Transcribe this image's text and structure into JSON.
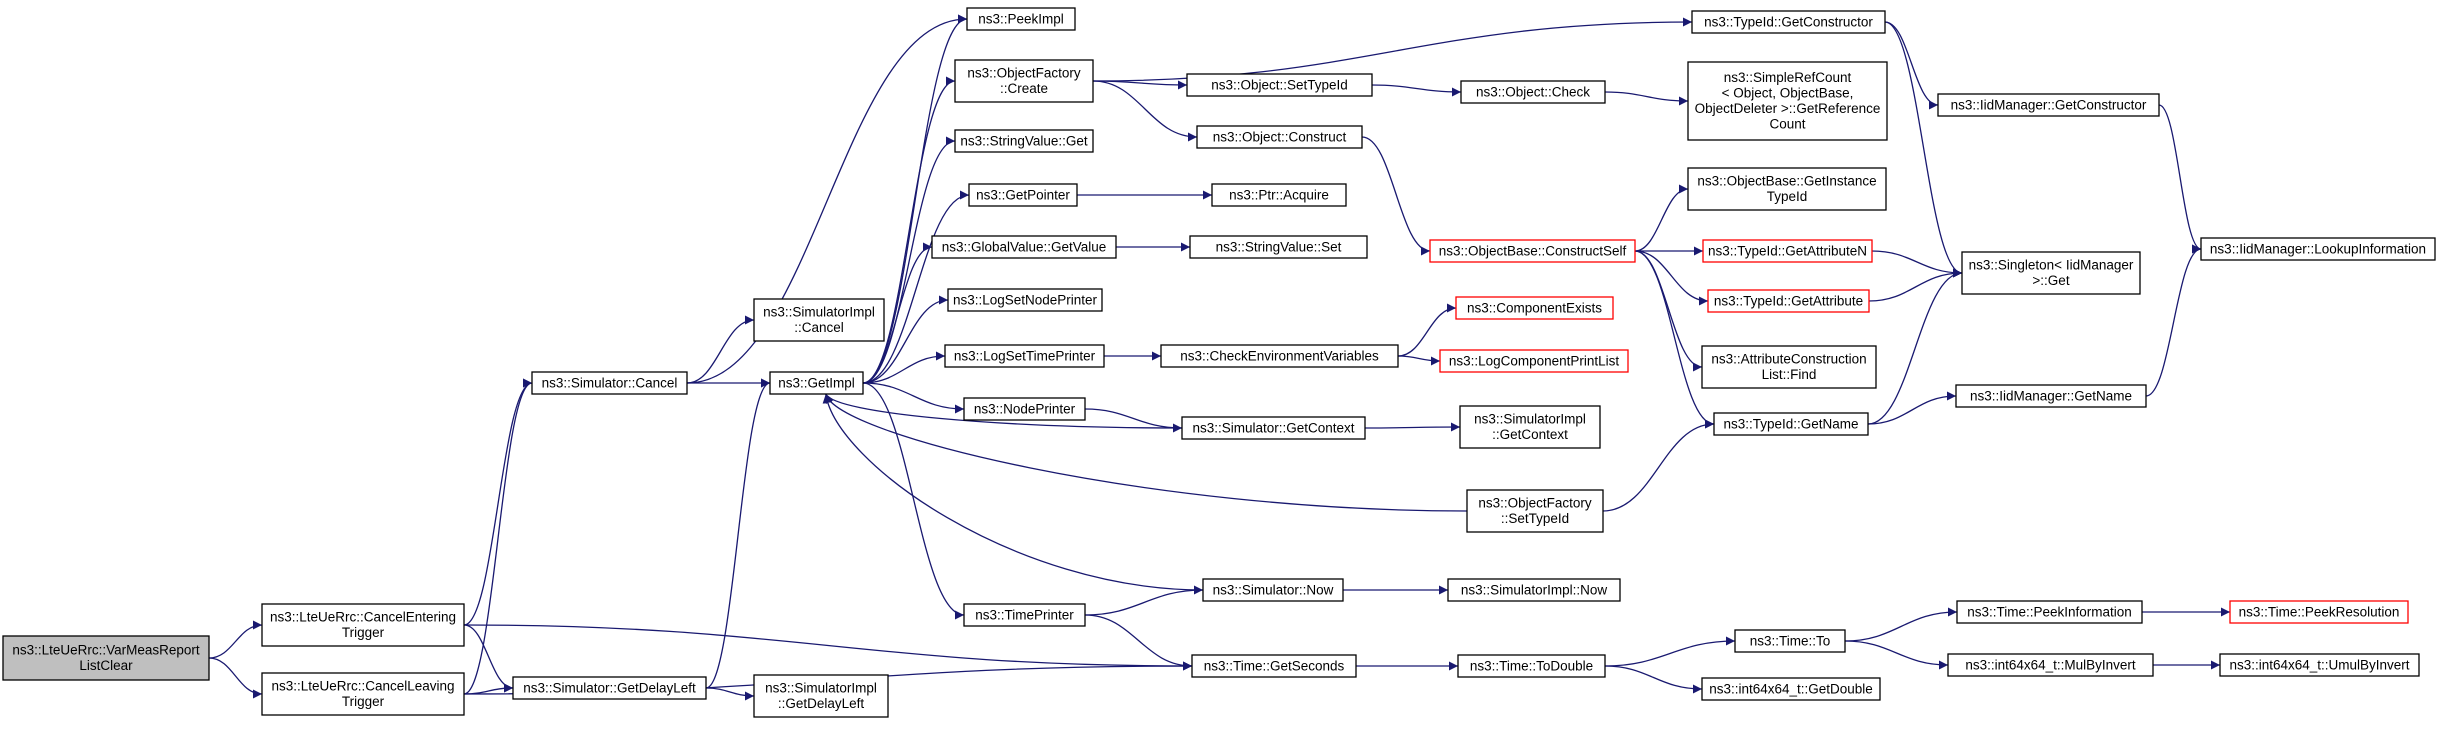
{
  "colors": {
    "edge": "#191970",
    "node_border": "#000000",
    "node_fill": "#ffffff",
    "root_fill": "#bfbfbf",
    "highlight_border": "#ff0000"
  },
  "nodes": [
    {
      "id": "root",
      "lines": [
        "ns3::LteUeRrc::VarMeasReport",
        "ListClear"
      ],
      "style": "root"
    },
    {
      "id": "cancelEntering",
      "lines": [
        "ns3::LteUeRrc::CancelEntering",
        "Trigger"
      ],
      "style": "normal"
    },
    {
      "id": "cancelLeaving",
      "lines": [
        "ns3::LteUeRrc::CancelLeaving",
        "Trigger"
      ],
      "style": "normal"
    },
    {
      "id": "simCancel",
      "lines": [
        "ns3::Simulator::Cancel"
      ],
      "style": "normal"
    },
    {
      "id": "simGetDelayLeft",
      "lines": [
        "ns3::Simulator::GetDelayLeft"
      ],
      "style": "normal"
    },
    {
      "id": "simImplCancel",
      "lines": [
        "ns3::SimulatorImpl",
        "::Cancel"
      ],
      "style": "normal"
    },
    {
      "id": "getImpl",
      "lines": [
        "ns3::GetImpl"
      ],
      "style": "normal"
    },
    {
      "id": "simImplGetDelayLeft",
      "lines": [
        "ns3::SimulatorImpl",
        "::GetDelayLeft"
      ],
      "style": "normal"
    },
    {
      "id": "peekImpl",
      "lines": [
        "ns3::PeekImpl"
      ],
      "style": "normal"
    },
    {
      "id": "objFactoryCreate",
      "lines": [
        "ns3::ObjectFactory",
        "::Create"
      ],
      "style": "normal"
    },
    {
      "id": "stringValueGet",
      "lines": [
        "ns3::StringValue::Get"
      ],
      "style": "normal"
    },
    {
      "id": "getPointer",
      "lines": [
        "ns3::GetPointer"
      ],
      "style": "normal"
    },
    {
      "id": "globalValueGetValue",
      "lines": [
        "ns3::GlobalValue::GetValue"
      ],
      "style": "normal"
    },
    {
      "id": "logSetNodePrinter",
      "lines": [
        "ns3::LogSetNodePrinter"
      ],
      "style": "normal"
    },
    {
      "id": "logSetTimePrinter",
      "lines": [
        "ns3::LogSetTimePrinter"
      ],
      "style": "normal"
    },
    {
      "id": "nodePrinter",
      "lines": [
        "ns3::NodePrinter"
      ],
      "style": "normal"
    },
    {
      "id": "timePrinter",
      "lines": [
        "ns3::TimePrinter"
      ],
      "style": "normal"
    },
    {
      "id": "typeIdGetConstructor",
      "lines": [
        "ns3::TypeId::GetConstructor"
      ],
      "style": "normal"
    },
    {
      "id": "objectSetTypeId",
      "lines": [
        "ns3::Object::SetTypeId"
      ],
      "style": "normal"
    },
    {
      "id": "objectConstruct",
      "lines": [
        "ns3::Object::Construct"
      ],
      "style": "normal"
    },
    {
      "id": "ptrAcquire",
      "lines": [
        "ns3::Ptr::Acquire"
      ],
      "style": "normal"
    },
    {
      "id": "stringValueSet",
      "lines": [
        "ns3::StringValue::Set"
      ],
      "style": "normal"
    },
    {
      "id": "checkEnvVars",
      "lines": [
        "ns3::CheckEnvironmentVariables"
      ],
      "style": "normal"
    },
    {
      "id": "simGetContext",
      "lines": [
        "ns3::Simulator::GetContext"
      ],
      "style": "normal"
    },
    {
      "id": "simNow",
      "lines": [
        "ns3::Simulator::Now"
      ],
      "style": "normal"
    },
    {
      "id": "timeGetSeconds",
      "lines": [
        "ns3::Time::GetSeconds"
      ],
      "style": "normal"
    },
    {
      "id": "objectCheck",
      "lines": [
        "ns3::Object::Check"
      ],
      "style": "normal"
    },
    {
      "id": "objBaseConstructSelf",
      "lines": [
        "ns3::ObjectBase::ConstructSelf"
      ],
      "style": "highlight"
    },
    {
      "id": "componentExists",
      "lines": [
        "ns3::ComponentExists"
      ],
      "style": "highlight"
    },
    {
      "id": "logComponentPrintList",
      "lines": [
        "ns3::LogComponentPrintList"
      ],
      "style": "highlight"
    },
    {
      "id": "simImplGetContext",
      "lines": [
        "ns3::SimulatorImpl",
        "::GetContext"
      ],
      "style": "normal"
    },
    {
      "id": "objFactorySetTypeId",
      "lines": [
        "ns3::ObjectFactory",
        "::SetTypeId"
      ],
      "style": "normal"
    },
    {
      "id": "simImplNow",
      "lines": [
        "ns3::SimulatorImpl::Now"
      ],
      "style": "normal"
    },
    {
      "id": "timeToDouble",
      "lines": [
        "ns3::Time::ToDouble"
      ],
      "style": "normal"
    },
    {
      "id": "simpleRefCount",
      "lines": [
        "ns3::SimpleRefCount",
        "< Object, ObjectBase,",
        "ObjectDeleter >::GetReference",
        "Count"
      ],
      "style": "normal"
    },
    {
      "id": "objBaseGetInstanceTypeId",
      "lines": [
        "ns3::ObjectBase::GetInstance",
        "TypeId"
      ],
      "style": "normal"
    },
    {
      "id": "typeIdGetAttributeN",
      "lines": [
        "ns3::TypeId::GetAttributeN"
      ],
      "style": "highlight"
    },
    {
      "id": "typeIdGetAttribute",
      "lines": [
        "ns3::TypeId::GetAttribute"
      ],
      "style": "highlight"
    },
    {
      "id": "attrConstructionListFind",
      "lines": [
        "ns3::AttributeConstruction",
        "List::Find"
      ],
      "style": "normal"
    },
    {
      "id": "typeIdGetName",
      "lines": [
        "ns3::TypeId::GetName"
      ],
      "style": "normal"
    },
    {
      "id": "timeTo",
      "lines": [
        "ns3::Time::To"
      ],
      "style": "normal"
    },
    {
      "id": "int64GetDouble",
      "lines": [
        "ns3::int64x64_t::GetDouble"
      ],
      "style": "normal"
    },
    {
      "id": "iidGetConstructor",
      "lines": [
        "ns3::IidManager::GetConstructor"
      ],
      "style": "normal"
    },
    {
      "id": "singletonIidGet",
      "lines": [
        "ns3::Singleton< IidManager",
        ">::Get"
      ],
      "style": "normal"
    },
    {
      "id": "iidGetName",
      "lines": [
        "ns3::IidManager::GetName"
      ],
      "style": "normal"
    },
    {
      "id": "timePeekInformation",
      "lines": [
        "ns3::Time::PeekInformation"
      ],
      "style": "normal"
    },
    {
      "id": "int64MulByInvert",
      "lines": [
        "ns3::int64x64_t::MulByInvert"
      ],
      "style": "normal"
    },
    {
      "id": "iidLookupInformation",
      "lines": [
        "ns3::IidManager::LookupInformation"
      ],
      "style": "normal"
    },
    {
      "id": "timePeekResolution",
      "lines": [
        "ns3::Time::PeekResolution"
      ],
      "style": "highlight"
    },
    {
      "id": "int64UmulByInvert",
      "lines": [
        "ns3::int64x64_t::UmulByInvert"
      ],
      "style": "normal"
    }
  ],
  "edges": [
    [
      "root",
      "cancelEntering"
    ],
    [
      "root",
      "cancelLeaving"
    ],
    [
      "cancelEntering",
      "simCancel"
    ],
    [
      "cancelEntering",
      "simGetDelayLeft"
    ],
    [
      "cancelEntering",
      "timeGetSeconds"
    ],
    [
      "cancelLeaving",
      "simCancel"
    ],
    [
      "cancelLeaving",
      "simGetDelayLeft"
    ],
    [
      "cancelLeaving",
      "timeGetSeconds"
    ],
    [
      "simCancel",
      "peekImpl"
    ],
    [
      "simCancel",
      "simImplCancel"
    ],
    [
      "simCancel",
      "getImpl"
    ],
    [
      "simGetDelayLeft",
      "getImpl"
    ],
    [
      "simGetDelayLeft",
      "simImplGetDelayLeft"
    ],
    [
      "getImpl",
      "peekImpl"
    ],
    [
      "getImpl",
      "objFactoryCreate"
    ],
    [
      "getImpl",
      "stringValueGet"
    ],
    [
      "getImpl",
      "getPointer"
    ],
    [
      "getImpl",
      "globalValueGetValue"
    ],
    [
      "getImpl",
      "logSetNodePrinter"
    ],
    [
      "getImpl",
      "logSetTimePrinter"
    ],
    [
      "getImpl",
      "nodePrinter"
    ],
    [
      "getImpl",
      "timePrinter"
    ],
    [
      "objFactoryCreate",
      "typeIdGetConstructor"
    ],
    [
      "objFactoryCreate",
      "objectSetTypeId"
    ],
    [
      "objFactoryCreate",
      "objectConstruct"
    ],
    [
      "getPointer",
      "ptrAcquire"
    ],
    [
      "globalValueGetValue",
      "stringValueSet"
    ],
    [
      "logSetTimePrinter",
      "checkEnvVars"
    ],
    [
      "nodePrinter",
      "simGetContext"
    ],
    [
      "simGetContext",
      "getImpl"
    ],
    [
      "simGetContext",
      "simImplGetContext"
    ],
    [
      "timePrinter",
      "simNow"
    ],
    [
      "timePrinter",
      "timeGetSeconds"
    ],
    [
      "simNow",
      "getImpl"
    ],
    [
      "simNow",
      "simImplNow"
    ],
    [
      "objFactorySetTypeId",
      "getImpl"
    ],
    [
      "objFactorySetTypeId",
      "typeIdGetName"
    ],
    [
      "objectSetTypeId",
      "objectCheck"
    ],
    [
      "objectCheck",
      "simpleRefCount"
    ],
    [
      "objectConstruct",
      "objBaseConstructSelf"
    ],
    [
      "checkEnvVars",
      "componentExists"
    ],
    [
      "checkEnvVars",
      "logComponentPrintList"
    ],
    [
      "objBaseConstructSelf",
      "objBaseGetInstanceTypeId"
    ],
    [
      "objBaseConstructSelf",
      "typeIdGetAttributeN"
    ],
    [
      "objBaseConstructSelf",
      "typeIdGetAttribute"
    ],
    [
      "objBaseConstructSelf",
      "attrConstructionListFind"
    ],
    [
      "objBaseConstructSelf",
      "typeIdGetName"
    ],
    [
      "typeIdGetConstructor",
      "iidGetConstructor"
    ],
    [
      "typeIdGetConstructor",
      "singletonIidGet"
    ],
    [
      "typeIdGetAttributeN",
      "singletonIidGet"
    ],
    [
      "typeIdGetAttribute",
      "singletonIidGet"
    ],
    [
      "typeIdGetName",
      "singletonIidGet"
    ],
    [
      "typeIdGetName",
      "iidGetName"
    ],
    [
      "iidGetConstructor",
      "iidLookupInformation"
    ],
    [
      "iidGetName",
      "iidLookupInformation"
    ],
    [
      "timeGetSeconds",
      "timeToDouble"
    ],
    [
      "timeToDouble",
      "timeTo"
    ],
    [
      "timeToDouble",
      "int64GetDouble"
    ],
    [
      "timeTo",
      "timePeekInformation"
    ],
    [
      "timeTo",
      "int64MulByInvert"
    ],
    [
      "timePeekInformation",
      "timePeekResolution"
    ],
    [
      "int64MulByInvert",
      "int64UmulByInvert"
    ]
  ]
}
